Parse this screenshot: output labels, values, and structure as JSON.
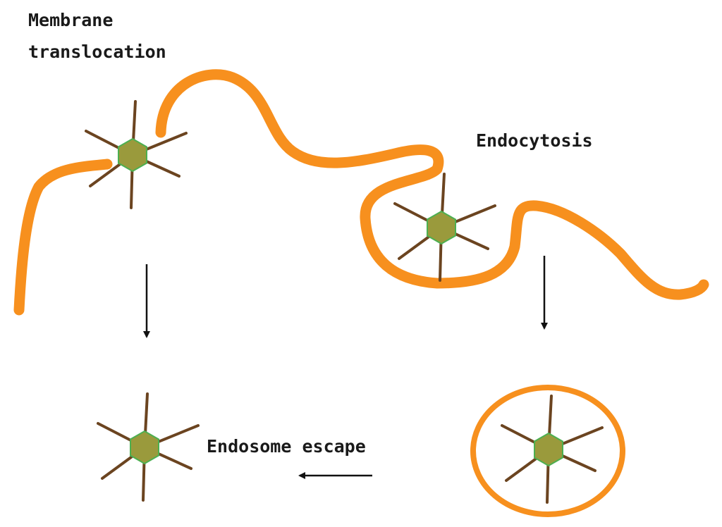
{
  "labels": {
    "membrane_translocation_line1": "Membrane",
    "membrane_translocation_line2": "translocation",
    "endocytosis": "Endocytosis",
    "endosome_escape": "Endosome escape"
  },
  "colors": {
    "membrane": "#f7901e",
    "particle_core": "#9a9a3c",
    "particle_core_edge": "#4caf50",
    "particle_spike": "#6b4420",
    "arrow": "#111111",
    "text": "#1a1a1a"
  }
}
